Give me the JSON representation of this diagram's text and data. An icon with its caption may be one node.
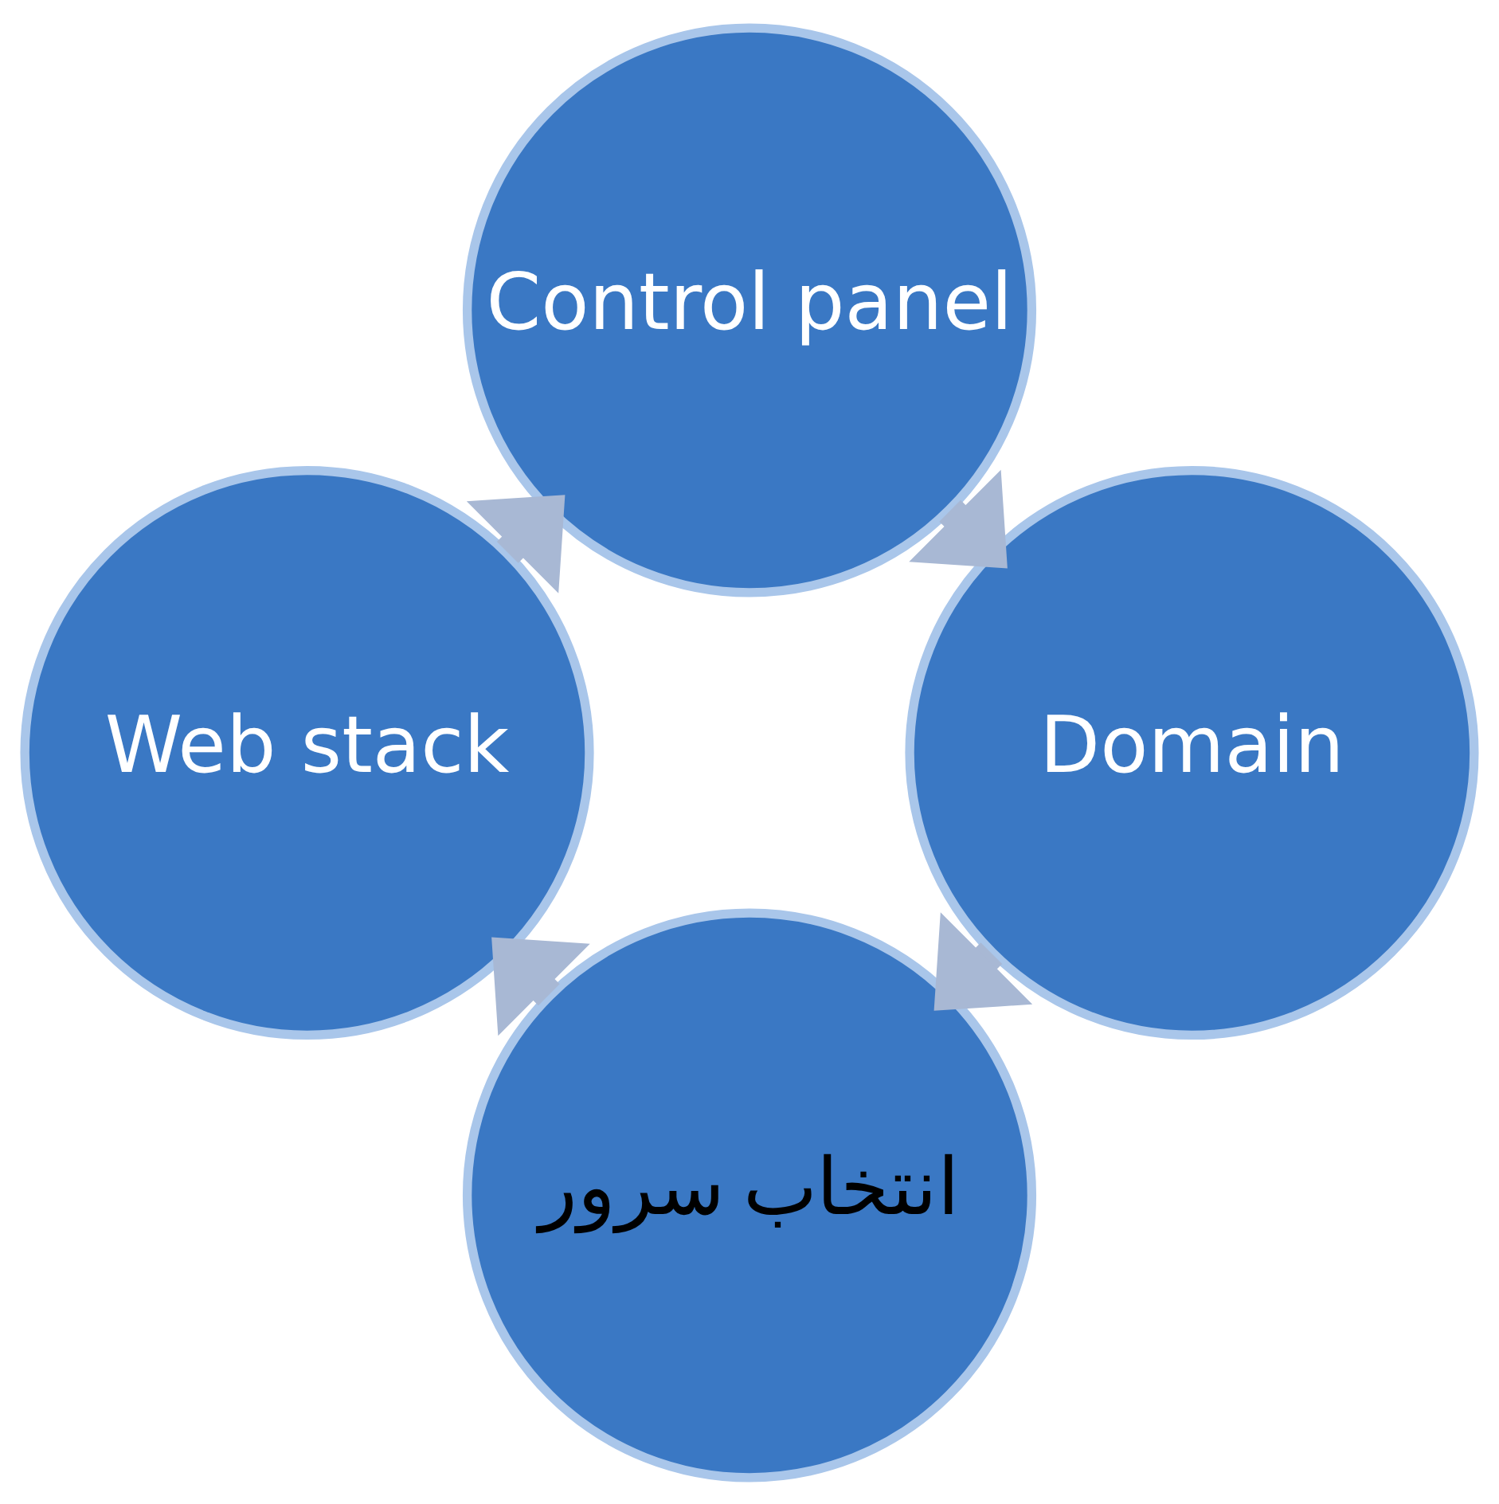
{
  "diagram": {
    "nodes": [
      {
        "text": [
          "انتخاب سرور"
        ]
      },
      {
        "text": [
          "Web stack"
        ]
      },
      {
        "text": [
          "Control panel"
        ]
      },
      {
        "text": [
          "Domain"
        ]
      }
    ],
    "edges": [
      {
        "from": 0,
        "to": 1,
        "arrow": "to"
      },
      {
        "from": 1,
        "to": 2,
        "arrow": "to"
      },
      {
        "from": 2,
        "to": 3,
        "arrow": "to"
      },
      {
        "from": 3,
        "to": 0,
        "arrow": "to"
      }
    ]
  }
}
